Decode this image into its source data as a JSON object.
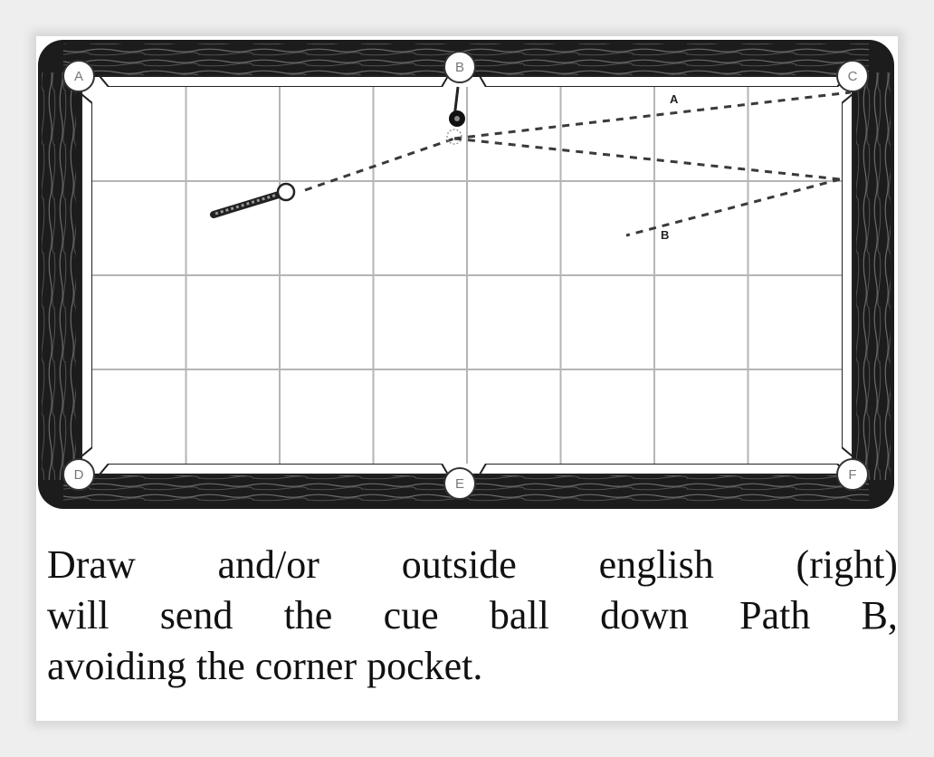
{
  "diagram": {
    "pockets": [
      "A",
      "B",
      "C",
      "D",
      "E",
      "F"
    ],
    "path_labels": [
      "A",
      "B"
    ]
  },
  "caption": {
    "line1": [
      "Draw",
      "and/or",
      "outside",
      "english",
      "(right)"
    ],
    "line2": [
      "will",
      "send",
      "the",
      "cue",
      "ball",
      "down",
      "Path",
      "B,"
    ],
    "line3": "avoiding the corner pocket."
  },
  "colors": {
    "rail": "#1e1e1e",
    "felt": "#ffffff",
    "grid": "#b5b5b5",
    "path": "#3a3a3a"
  }
}
